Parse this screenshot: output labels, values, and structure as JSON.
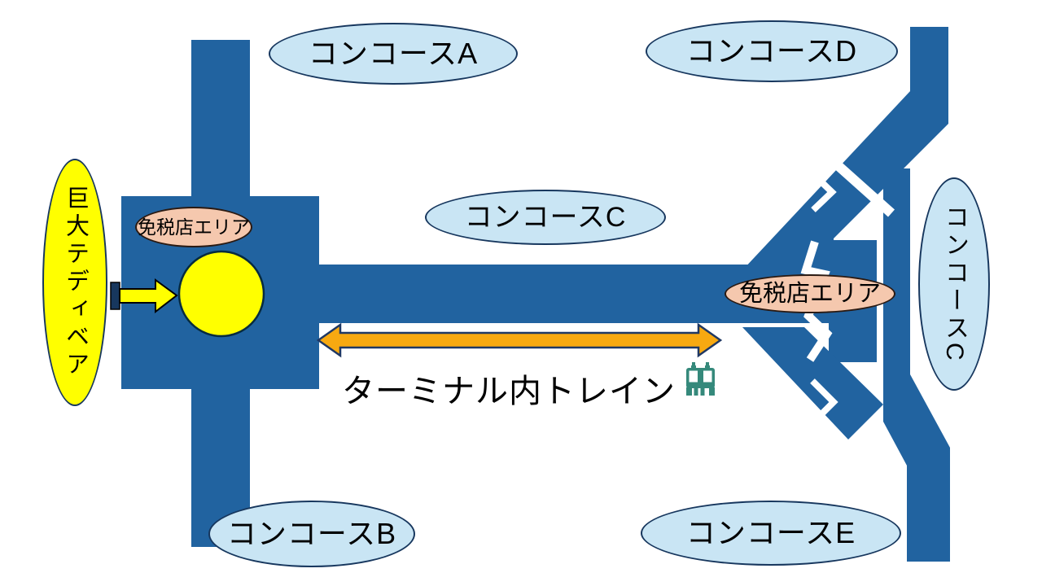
{
  "labels": {
    "concourse_a": "コンコースA",
    "concourse_b": "コンコースB",
    "concourse_c_center": "コンコースC",
    "concourse_c_right": "コンコースC",
    "concourse_d": "コンコースD",
    "concourse_e": "コンコースE",
    "duty_free_left": "免税店エリア",
    "duty_free_right": "免税店エリア",
    "teddy_bear": "巨大テディベア",
    "train": "ターミナル内トレイン"
  },
  "icons": {
    "train": "🚃"
  },
  "colors": {
    "background": "#FFFFFF",
    "terminal_blue": "#2163A0",
    "concourse_fill": "#C9E5F4",
    "concourse_border": "#17375E",
    "duty_free_fill": "#F5C8AE",
    "duty_free_border": "#2B1A12",
    "highlight_yellow": "#FFFF00",
    "arrow_orange": "#F7A911",
    "arrow_border": "#1F3864",
    "train_icon_teal": "#35897B",
    "text": "#000000"
  }
}
